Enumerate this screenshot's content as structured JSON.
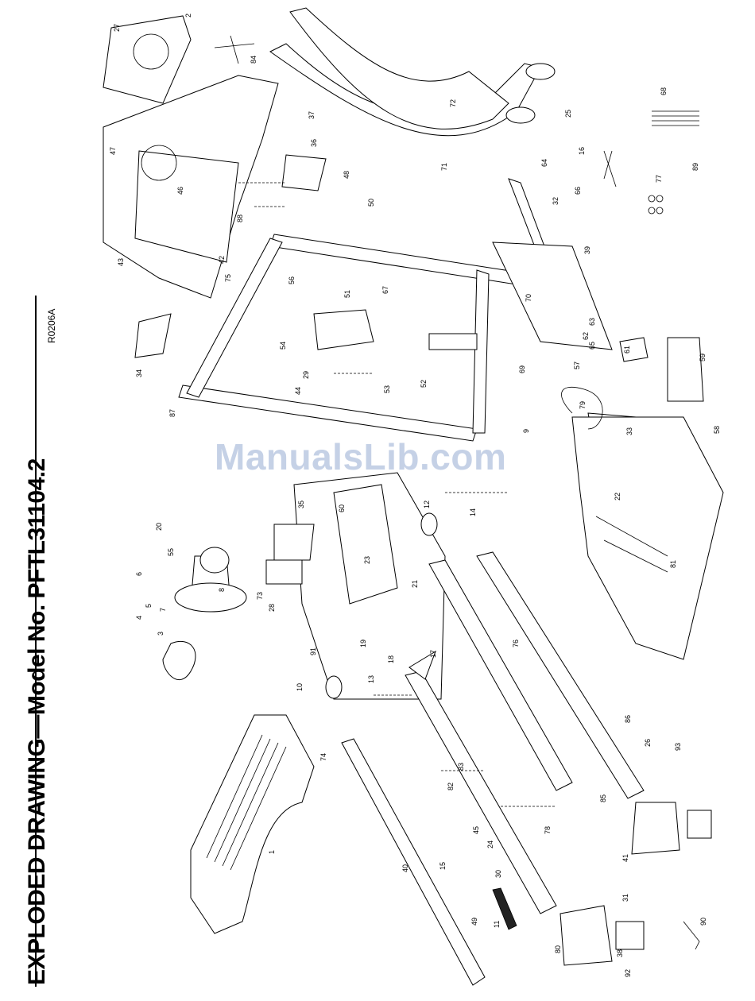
{
  "title": "EXPLODED DRAWING—Model No. PFTL31104.2",
  "drawing_code": "R0206A",
  "watermark": "ManualsLib.com",
  "callouts": [
    "1",
    "2",
    "3",
    "4",
    "5",
    "6",
    "7",
    "8",
    "9",
    "10",
    "11",
    "12",
    "13",
    "14",
    "15",
    "16",
    "17",
    "18",
    "19",
    "20",
    "21",
    "22",
    "23",
    "24",
    "25",
    "26",
    "27",
    "28",
    "29",
    "30",
    "31",
    "32",
    "33",
    "34",
    "35",
    "36",
    "37",
    "38",
    "39",
    "40",
    "41",
    "42",
    "43",
    "44",
    "45",
    "46",
    "47",
    "48",
    "49",
    "50",
    "51",
    "52",
    "53",
    "54",
    "55",
    "56",
    "57",
    "58",
    "59",
    "60",
    "61",
    "62",
    "63",
    "64",
    "65",
    "66",
    "67",
    "68",
    "69",
    "70",
    "71",
    "72",
    "73",
    "74",
    "75",
    "76",
    "77",
    "78",
    "79",
    "80",
    "81",
    "82",
    "83",
    "84",
    "85",
    "86",
    "87",
    "88",
    "89",
    "90",
    "91",
    "92",
    "93"
  ]
}
